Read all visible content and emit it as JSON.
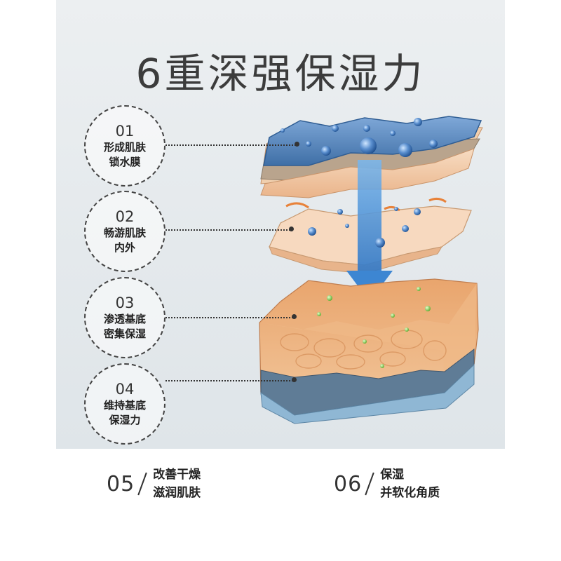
{
  "title": "6重深强保湿力",
  "steps": [
    {
      "num": "01",
      "line1": "形成肌肤",
      "line2": "锁水膜"
    },
    {
      "num": "02",
      "line1": "畅游肌肤",
      "line2": "内外"
    },
    {
      "num": "03",
      "line1": "渗透基底",
      "line2": "密集保湿"
    },
    {
      "num": "04",
      "line1": "维持基底",
      "line2": "保湿力"
    }
  ],
  "bottom": [
    {
      "num": "05",
      "line1": "改善干燥",
      "line2": "滋润肌肤"
    },
    {
      "num": "06",
      "line1": "保湿",
      "line2": "并软化角质"
    }
  ],
  "colors": {
    "water_film": "#4d7fb8",
    "skin": "#f2c7a0",
    "arrow": "#4a8fd6",
    "deep_layer": "#5c7892"
  }
}
